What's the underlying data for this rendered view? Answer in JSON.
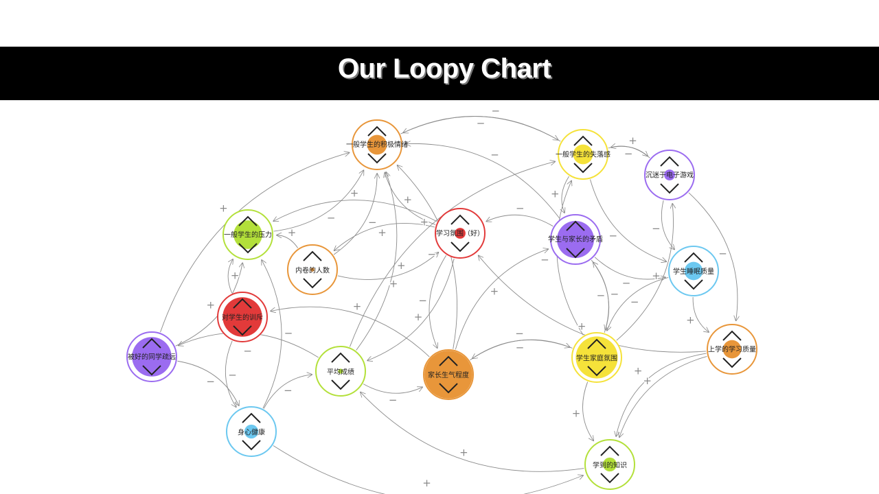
{
  "title": "Our Loopy Chart",
  "nodes": [
    {
      "id": 0,
      "label": "一般学生的积极情绪",
      "color": "#e8963a",
      "level": 0.4
    },
    {
      "id": 1,
      "label": "一般学生的失落感",
      "color": "#f5e23a",
      "level": 0.4
    },
    {
      "id": 2,
      "label": "沉迷于电子游戏",
      "color": "#9b6cf0",
      "level": 0.22
    },
    {
      "id": 3,
      "label": "一般学生的压力",
      "color": "#b3e03a",
      "level": 0.58
    },
    {
      "id": 4,
      "label": "学习氛围（好）",
      "color": "#e23a3a",
      "level": 0.22
    },
    {
      "id": 5,
      "label": "学生与家长的矛盾",
      "color": "#9b6cf0",
      "level": 0.75
    },
    {
      "id": 6,
      "label": "内卷的人数",
      "color": "#e8963a",
      "level": 0.08
    },
    {
      "id": 7,
      "label": "学生睡眠质量",
      "color": "#6cc8f0",
      "level": 0.37
    },
    {
      "id": 8,
      "label": "对学生的训斥",
      "color": "#e23a3a",
      "level": 0.8
    },
    {
      "id": 9,
      "label": "被好的同学疏远",
      "color": "#9b6cf0",
      "level": 0.8
    },
    {
      "id": 10,
      "label": "平均成绩",
      "color": "#b3e03a",
      "level": 0.1
    },
    {
      "id": 11,
      "label": "家长生气程度",
      "color": "#e8963a",
      "level": 0.97
    },
    {
      "id": 12,
      "label": "学生家庭氛围",
      "color": "#f5e23a",
      "level": 0.85
    },
    {
      "id": 13,
      "label": "上学的学习质量",
      "color": "#e8963a",
      "level": 0.37
    },
    {
      "id": 14,
      "label": "身心健康",
      "color": "#6cc8f0",
      "level": 0.28
    },
    {
      "id": 15,
      "label": "学到的知识",
      "color": "#b3e03a",
      "level": 0.28
    }
  ],
  "edges": [
    {
      "from": 9,
      "to": 0,
      "sign": "+"
    },
    {
      "from": 3,
      "to": 0,
      "sign": "−"
    },
    {
      "from": 6,
      "to": 0,
      "sign": "−"
    },
    {
      "from": 4,
      "to": 0,
      "sign": "+"
    },
    {
      "from": 10,
      "to": 0,
      "sign": "+"
    },
    {
      "from": 11,
      "to": 0,
      "sign": "−"
    },
    {
      "from": 0,
      "to": 1,
      "sign": "−"
    },
    {
      "from": 1,
      "to": 0,
      "sign": "−"
    },
    {
      "from": 5,
      "to": 0,
      "sign": "−"
    },
    {
      "from": 1,
      "to": 2,
      "sign": "−"
    },
    {
      "from": 2,
      "to": 1,
      "sign": "+"
    },
    {
      "from": 2,
      "to": 7,
      "sign": "−"
    },
    {
      "from": 2,
      "to": 13,
      "sign": "−"
    },
    {
      "from": 1,
      "to": 5,
      "sign": "+"
    },
    {
      "from": 1,
      "to": 7,
      "sign": "−"
    },
    {
      "from": 5,
      "to": 12,
      "sign": "−"
    },
    {
      "from": 5,
      "to": 7,
      "sign": "−"
    },
    {
      "from": 7,
      "to": 13,
      "sign": "+"
    },
    {
      "from": 12,
      "to": 1,
      "sign": "−"
    },
    {
      "from": 12,
      "to": 2,
      "sign": "+"
    },
    {
      "from": 12,
      "to": 11,
      "sign": "−"
    },
    {
      "from": 11,
      "to": 5,
      "sign": "+"
    },
    {
      "from": 11,
      "to": 8,
      "sign": "+"
    },
    {
      "from": 4,
      "to": 6,
      "sign": "+"
    },
    {
      "from": 4,
      "to": 10,
      "sign": "+"
    },
    {
      "from": 4,
      "to": 3,
      "sign": "+"
    },
    {
      "from": 6,
      "to": 3,
      "sign": "+"
    },
    {
      "from": 8,
      "to": 3,
      "sign": "+"
    },
    {
      "from": 9,
      "to": 3,
      "sign": "+"
    },
    {
      "from": 10,
      "to": 9,
      "sign": "−"
    },
    {
      "from": 9,
      "to": 14,
      "sign": "−"
    },
    {
      "from": 14,
      "to": 3,
      "sign": "−"
    },
    {
      "from": 10,
      "to": 11,
      "sign": "−"
    },
    {
      "from": 10,
      "to": 1,
      "sign": "+"
    },
    {
      "from": 13,
      "to": 15,
      "sign": "+"
    },
    {
      "from": 13,
      "to": 15,
      "sign": "+"
    },
    {
      "from": 15,
      "to": 10,
      "sign": "+"
    },
    {
      "from": 14,
      "to": 15,
      "sign": "+"
    },
    {
      "from": 12,
      "to": 15,
      "sign": "+"
    },
    {
      "from": 13,
      "to": 4,
      "sign": "+"
    },
    {
      "from": 5,
      "to": 4,
      "sign": "−"
    },
    {
      "from": 4,
      "to": 11,
      "sign": "−"
    },
    {
      "from": 11,
      "to": 12,
      "sign": "−"
    },
    {
      "from": 12,
      "to": 5,
      "sign": "−"
    },
    {
      "from": 7,
      "to": 12,
      "sign": "−"
    },
    {
      "from": 14,
      "to": 10,
      "sign": "−"
    },
    {
      "from": 8,
      "to": 14,
      "sign": "−"
    },
    {
      "from": 6,
      "to": 4,
      "sign": "+"
    }
  ]
}
